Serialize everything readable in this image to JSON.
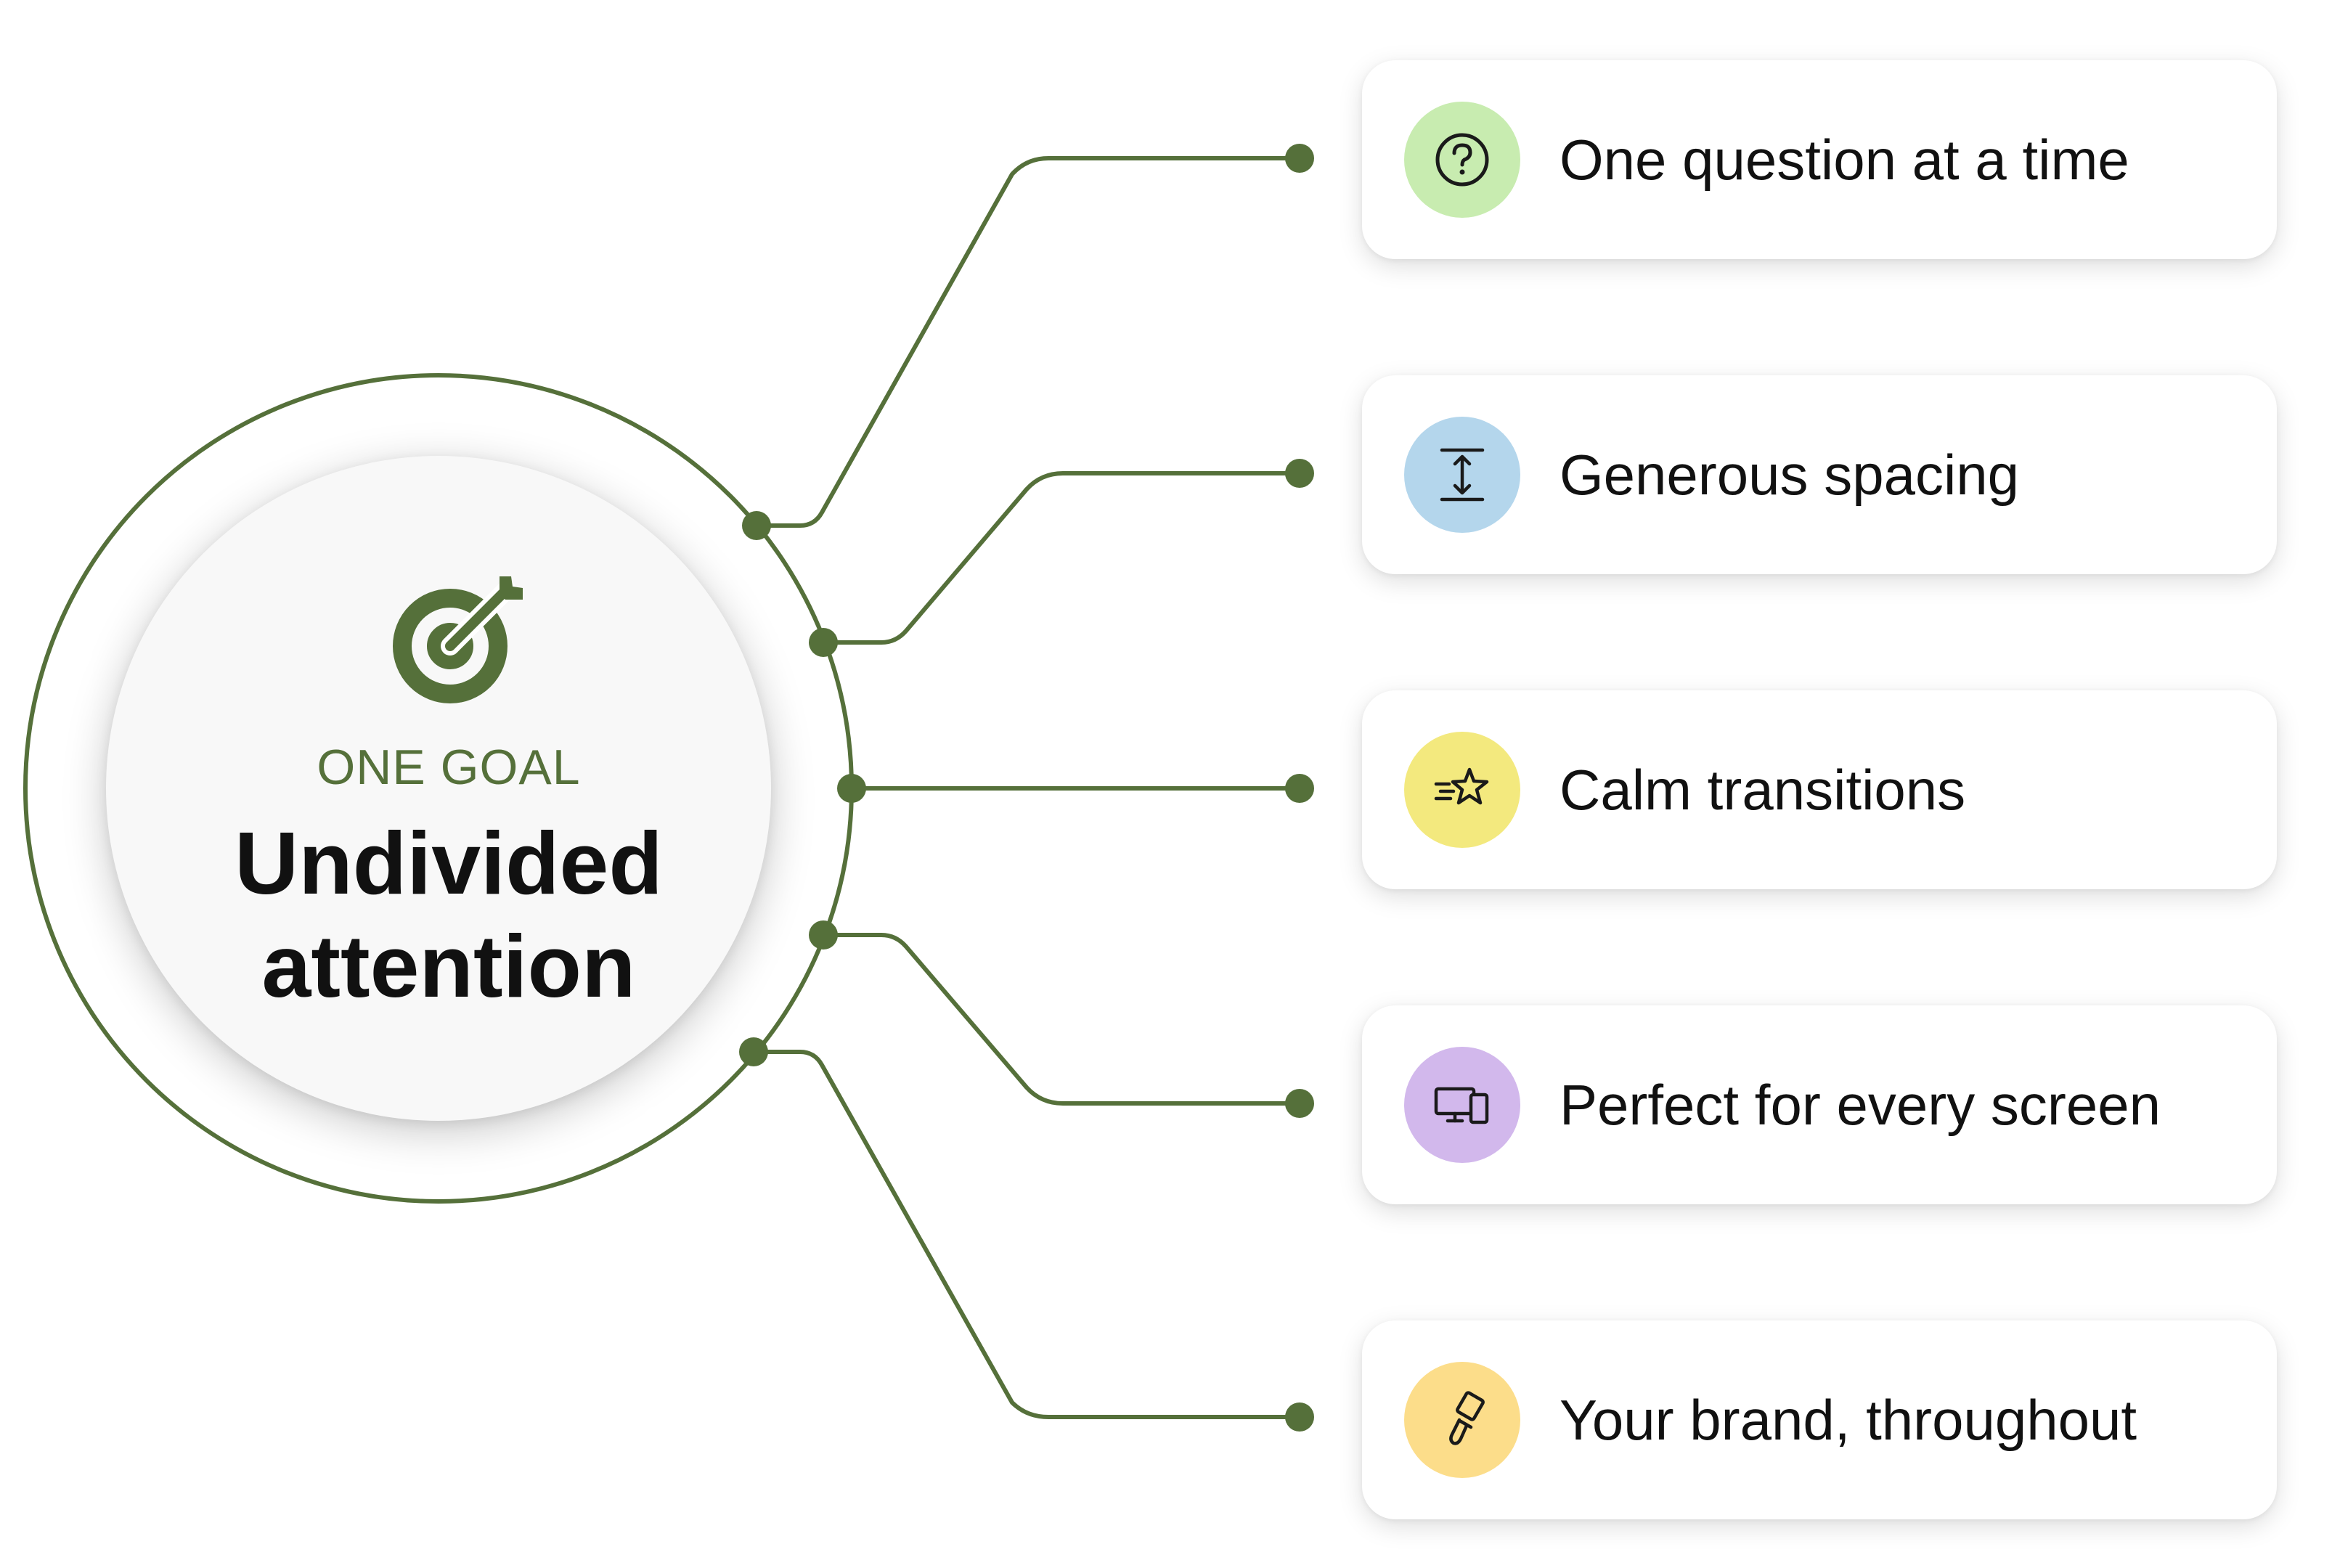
{
  "hub": {
    "kicker": "ONE GOAL",
    "title_line1": "Undivided",
    "title_line2": "attention",
    "icon": "target-arrow-icon",
    "accent_color": "#55703a"
  },
  "features": [
    {
      "label": "One question at a time",
      "icon": "question-circle-icon",
      "badge_color": "#c8ecb0"
    },
    {
      "label": "Generous spacing",
      "icon": "vertical-spacing-icon",
      "badge_color": "#b4d6ec"
    },
    {
      "label": "Calm transitions",
      "icon": "sparkle-star-motion-icon",
      "badge_color": "#f3e97e"
    },
    {
      "label": "Perfect for every screen",
      "icon": "devices-icon",
      "badge_color": "#d2b8ec"
    },
    {
      "label": "Your brand, throughout",
      "icon": "paintbrush-icon",
      "badge_color": "#fcdd8a"
    }
  ]
}
